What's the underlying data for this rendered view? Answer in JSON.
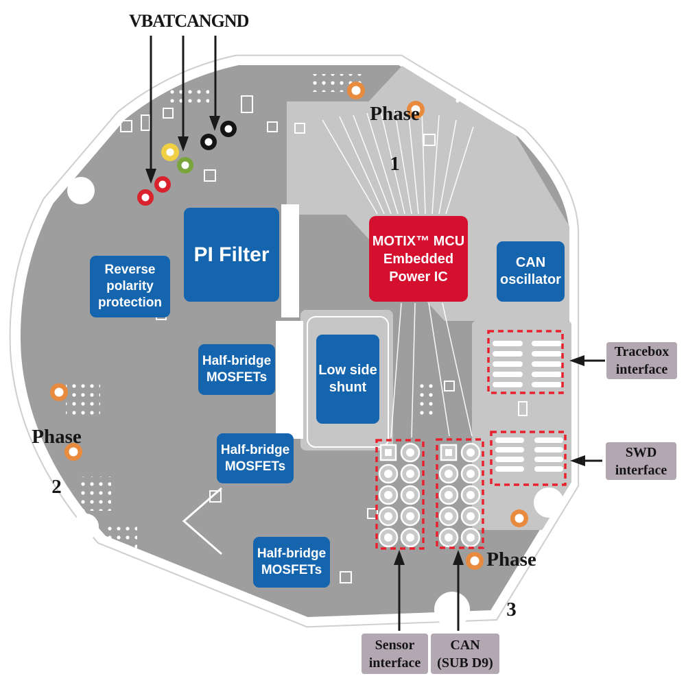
{
  "test_points": {
    "vbat": "VBAT",
    "can": "CAN",
    "gnd": "GND"
  },
  "phases": [
    {
      "name": "Phase",
      "number": "1"
    },
    {
      "name": "Phase",
      "number": "2"
    },
    {
      "name": "Phase",
      "number": "3"
    }
  ],
  "blue_labels": {
    "reverse_polarity": "Reverse\npolarity\nprotection",
    "pi_filter": "PI Filter",
    "can_oscillator": "CAN\noscillator",
    "half_bridge_1": "Half-bridge\nMOSFETs",
    "low_side_shunt": "Low side\nshunt",
    "half_bridge_2": "Half-bridge\nMOSFETs",
    "half_bridge_3": "Half-bridge\nMOSFETs"
  },
  "mcu_label": "MOTIX™ MCU\nEmbedded\nPower IC",
  "interface_tags": {
    "tracebox": "Tracebox\ninterface",
    "swd": "SWD\ninterface",
    "sensor": "Sensor\ninterface",
    "can_subd9": "CAN\n(SUB D9)"
  },
  "colors": {
    "board_gray": "#9e9e9e",
    "copper_light": "#c6c6c6",
    "label_blue": "#1565ae",
    "mcu_red": "#d50f2e",
    "tag_mauve": "#b3a7b2",
    "dashed_red": "#e9212e",
    "phase_pad_orange": "#e98b3e",
    "test_pad_red": "#d9222e",
    "test_pad_green": "#79a53c",
    "test_pad_yellow": "#f0cf45",
    "test_pad_black": "#141414"
  }
}
